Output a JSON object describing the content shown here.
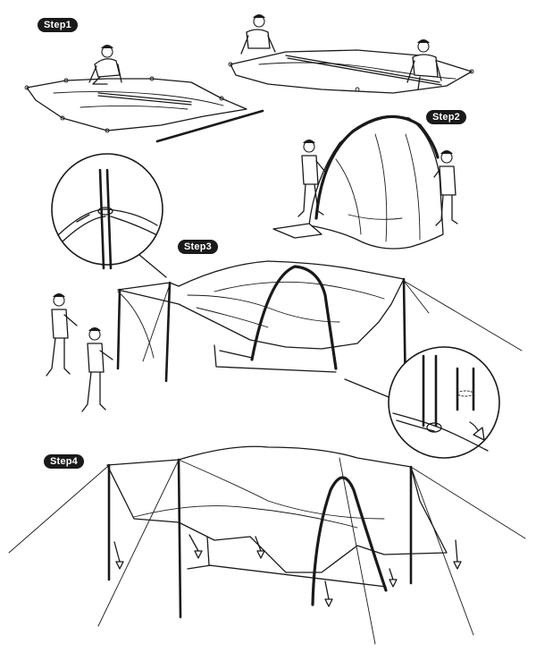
{
  "steps": {
    "step1": "Step1",
    "step2": "Step2",
    "step3": "Step3",
    "step4": "Step4"
  },
  "colors": {
    "ink": "#1a1a1a",
    "paper": "#ffffff",
    "badge": "#1a1a1a"
  }
}
